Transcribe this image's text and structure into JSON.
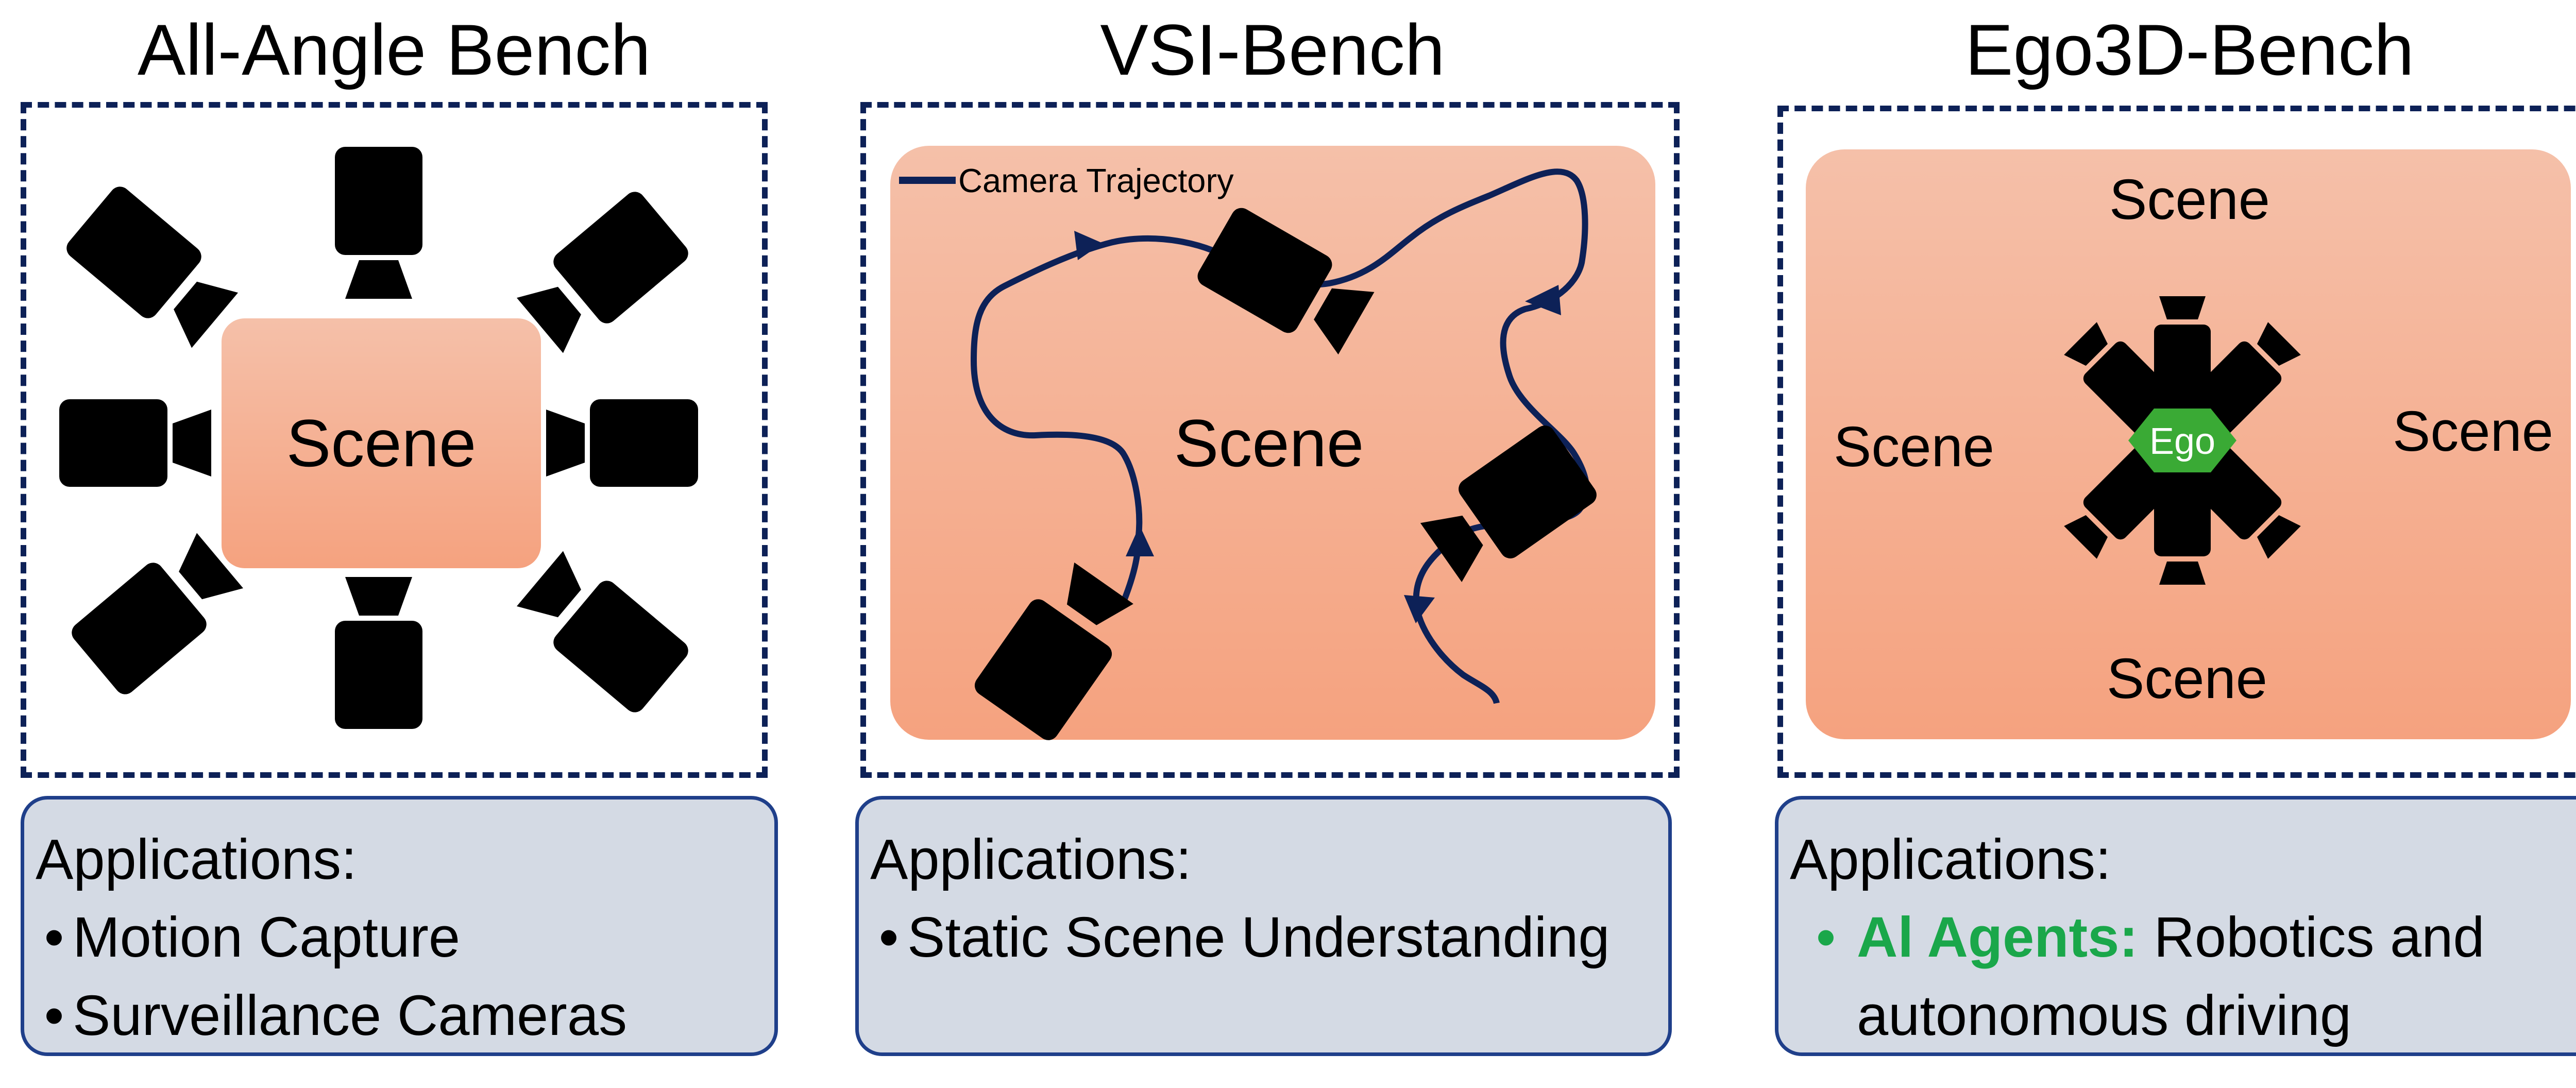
{
  "panels": [
    {
      "title": "All-Angle Bench",
      "scene_label": "Scene",
      "applications_heading": "Applications:",
      "applications": [
        "Motion Capture",
        "Surveillance Cameras"
      ]
    },
    {
      "title": "VSI-Bench",
      "scene_label": "Scene",
      "legend_label": "Camera Trajectory",
      "applications_heading": "Applications:",
      "applications": [
        "Static Scene Understanding"
      ]
    },
    {
      "title": "Ego3D-Bench",
      "scene_labels": {
        "top": "Scene",
        "left": "Scene",
        "right": "Scene",
        "bottom": "Scene"
      },
      "ego_label": "Ego",
      "applications_heading": "Applications:",
      "application_highlight": "Al Agents:",
      "application_rest_line1": " Robotics and",
      "application_rest_line2": "autonomous driving"
    }
  ],
  "colors": {
    "frame": "#0d2157",
    "trajectory": "#0d2157",
    "scene_top": "#f5c0a9",
    "scene_bottom": "#f5a27f",
    "camera": "#000000",
    "app_box_fill": "#d4dae4",
    "app_box_border": "#1f3f8a",
    "ego_fill": "#3aaa35",
    "highlight_text": "#1aa74a"
  },
  "icons": [
    "camera-icon",
    "arrow-icon",
    "ego-hexagon-icon"
  ]
}
